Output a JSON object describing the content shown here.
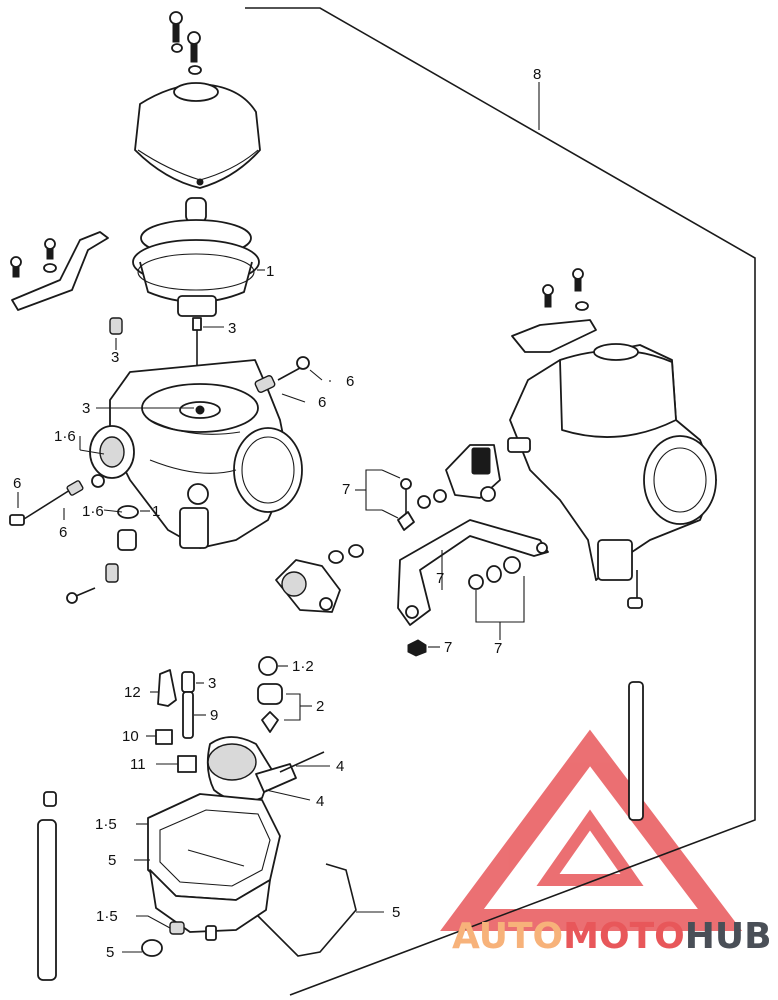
{
  "callouts": {
    "c1_top": "1",
    "c3_needle": "3",
    "c3_spring": "3",
    "c3_body": "3",
    "c6_screw_a": "6",
    "c6_screw_b": "6",
    "c16_left": "1·6",
    "c6_pilot_top": "6",
    "c6_pilot_bottom": "6",
    "c16_lower": "1·6",
    "c1_oring": "1",
    "c7_bracket_top": "7",
    "c7_link": "7",
    "c7_washers": "7",
    "c7_nut": "7",
    "c8_assembly": "8",
    "c12": "12",
    "c3_jet": "3",
    "c12_valve": "1·2",
    "c2_valve": "2",
    "c9": "9",
    "c10": "10",
    "c11": "11",
    "c4_pin": "4",
    "c4_float": "4",
    "c15_gasket": "1·5",
    "c5_bowl": "5",
    "c15_drain": "1·5",
    "c5_screw": "5",
    "c5_tube": "5"
  },
  "watermark": {
    "part1": "AUTO",
    "part2": "MOTO",
    "part3": "HUB",
    "color1": "#f7b27a",
    "color2": "#e8575a",
    "color3": "#4a4f57",
    "logo_color": "#e8575a"
  }
}
